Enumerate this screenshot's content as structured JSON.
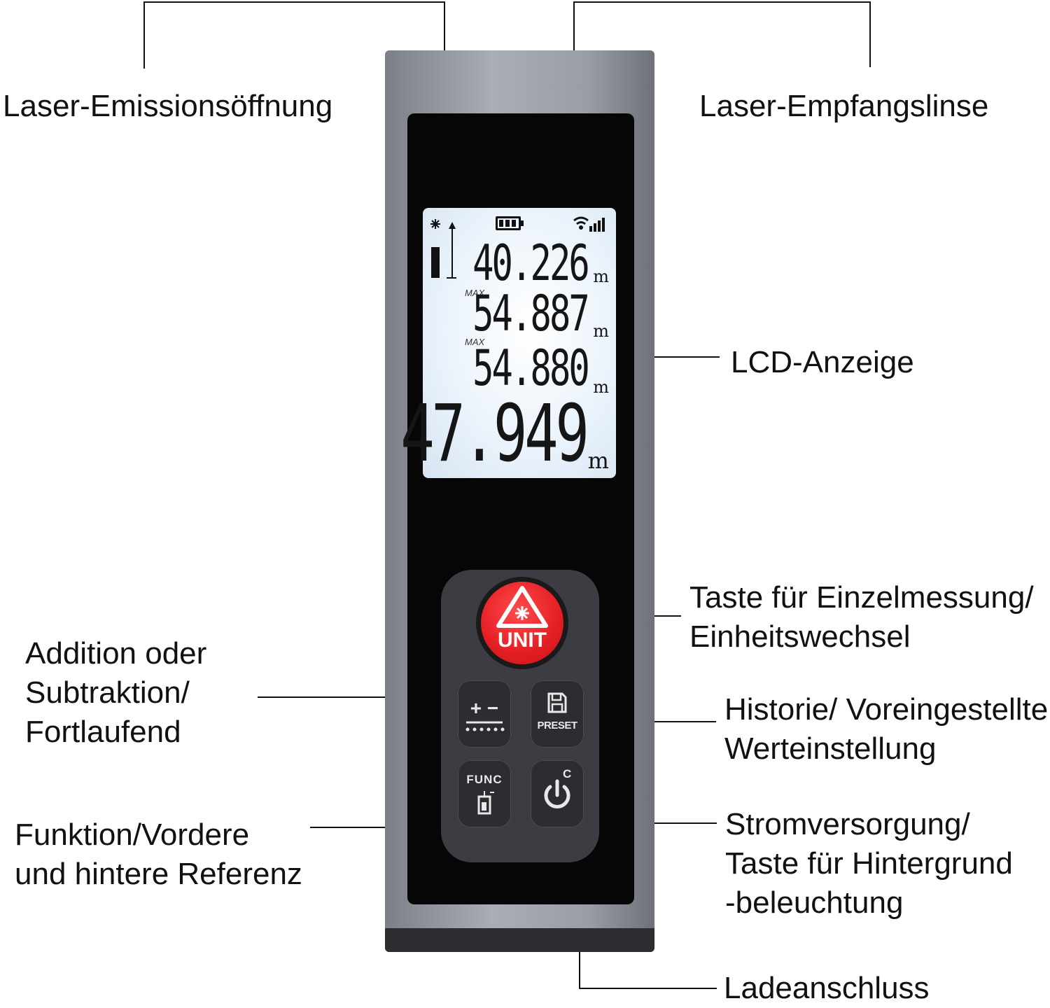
{
  "labels": {
    "laser_emission": "Laser-Emissionsöffnung",
    "laser_receiver": "Laser-Empfangslinse",
    "lcd_display": "LCD-Anzeige",
    "single_measure_lines": [
      "Taste für Einzelmessung/",
      "Einheitswechsel"
    ],
    "add_sub_lines": [
      "Addition oder",
      "Subtraktion/",
      "Fortlaufend"
    ],
    "history_lines": [
      "Historie/ Voreingestellte",
      "Werteinstellung"
    ],
    "function_lines": [
      "Funktion/Vordere",
      "und hintere Referenz"
    ],
    "power_lines": [
      "Stromversorgung/",
      "Taste für Hintergrund",
      "-beleuchtung"
    ],
    "charging_port": "Ladeanschluss"
  },
  "lcd": {
    "reading1": "40.226",
    "reading2": "54.887",
    "reading3": "54.880",
    "main_reading": "47.949",
    "unit": "m",
    "max_label": "MAX"
  },
  "buttons": {
    "unit": "UNIT",
    "func": "FUNC",
    "preset": "PRESET",
    "plus_minus": "+ −",
    "power_sub": "C"
  },
  "colors": {
    "device_body": "#999ea6",
    "panel": "#060606",
    "lcd_backlight": "#e9f2fb",
    "unit_button_red": "#e31e24",
    "keypad": "#3b3d42"
  }
}
